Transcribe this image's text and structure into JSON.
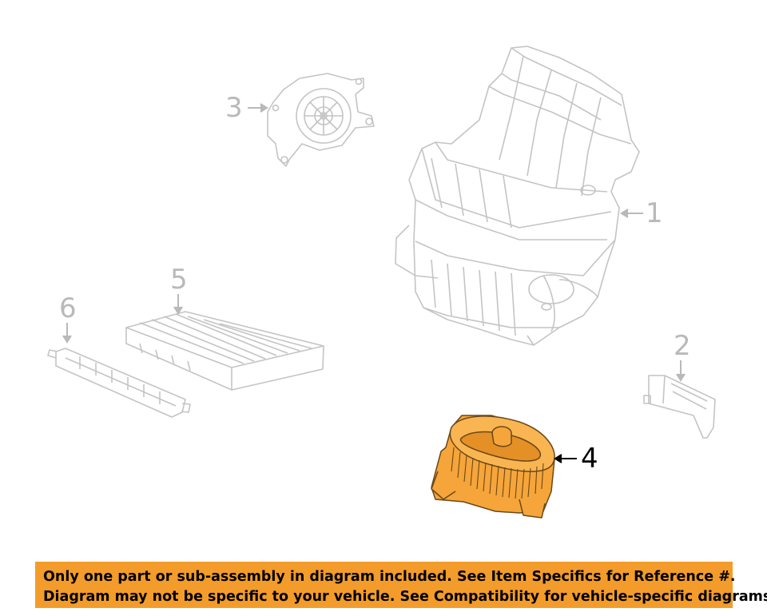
{
  "callouts": {
    "c1": "1",
    "c2": "2",
    "c3": "3",
    "c4": "4",
    "c5": "5",
    "c6": "6"
  },
  "notice": {
    "line1": "Only one part or sub-assembly in diagram included. See Item Specifics for Reference #.",
    "line2": "Diagram may not be specific to your vehicle. See Compatibility for vehicle-specific diagrams."
  },
  "colors": {
    "highlight_part": "#f6a53a",
    "banner": "#f39c2b",
    "line_art": "#c4c4c4"
  }
}
